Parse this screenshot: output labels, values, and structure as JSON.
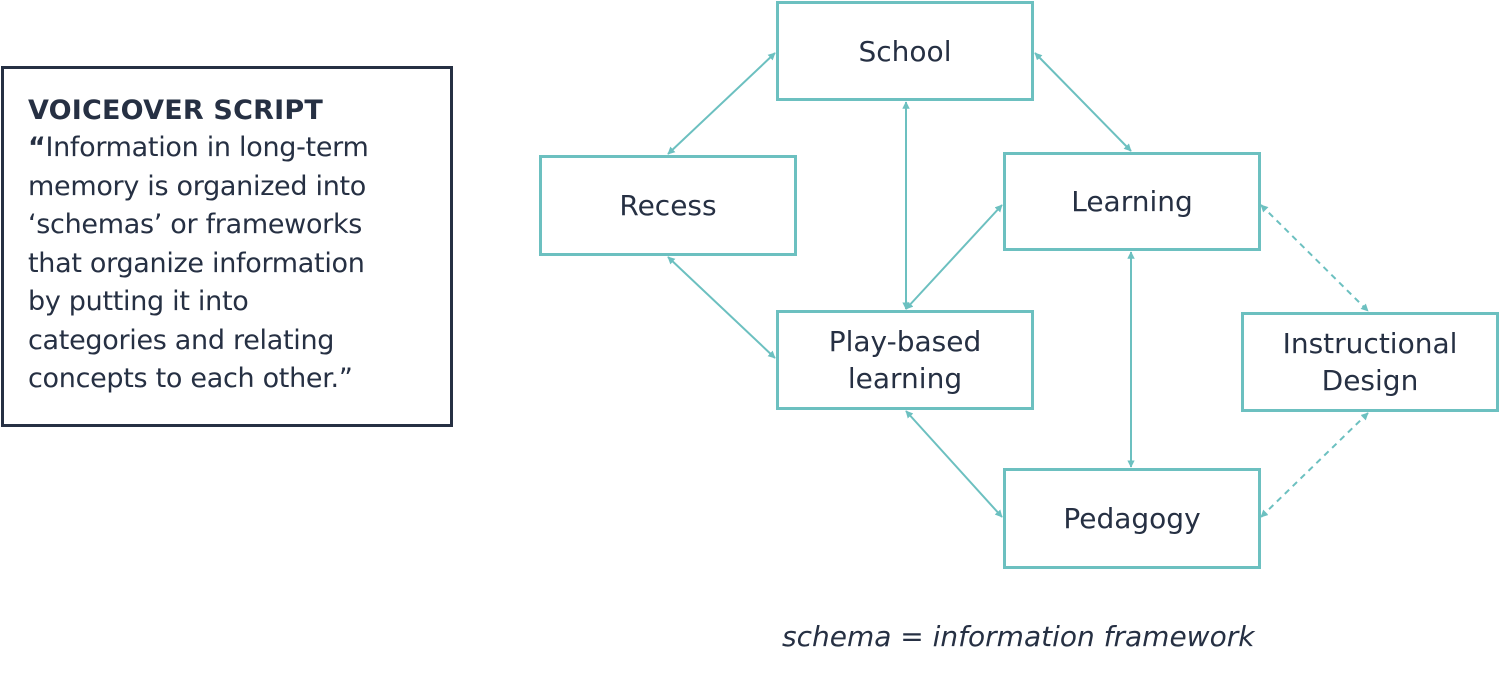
{
  "script": {
    "title": "VOICEOVER SCRIPT",
    "open_quote": "“",
    "body": "Information in long-term\nmemory is organized into\n‘schemas’ or frameworks\nthat organize information\nby putting it into\ncategories and relating\nconcepts to each other.”"
  },
  "nodes": {
    "school": "School",
    "recess": "Recess",
    "learning": "Learning",
    "play_based": "Play-based\nlearning",
    "instructional": "Instructional\nDesign",
    "pedagogy": "Pedagogy"
  },
  "edges": [
    {
      "from": "School",
      "to": "Recess",
      "style": "solid"
    },
    {
      "from": "School",
      "to": "Learning",
      "style": "solid"
    },
    {
      "from": "School",
      "to": "Play-based learning",
      "style": "solid"
    },
    {
      "from": "Recess",
      "to": "Play-based learning",
      "style": "solid"
    },
    {
      "from": "Learning",
      "to": "Play-based learning",
      "style": "solid"
    },
    {
      "from": "Learning",
      "to": "Pedagogy",
      "style": "solid"
    },
    {
      "from": "Learning",
      "to": "Instructional Design",
      "style": "dashed"
    },
    {
      "from": "Play-based learning",
      "to": "Pedagogy",
      "style": "solid"
    },
    {
      "from": "Instructional Design",
      "to": "Pedagogy",
      "style": "dashed"
    }
  ],
  "caption": "schema = information framework",
  "colors": {
    "accent": "#6cc0c0",
    "text": "#263043"
  }
}
